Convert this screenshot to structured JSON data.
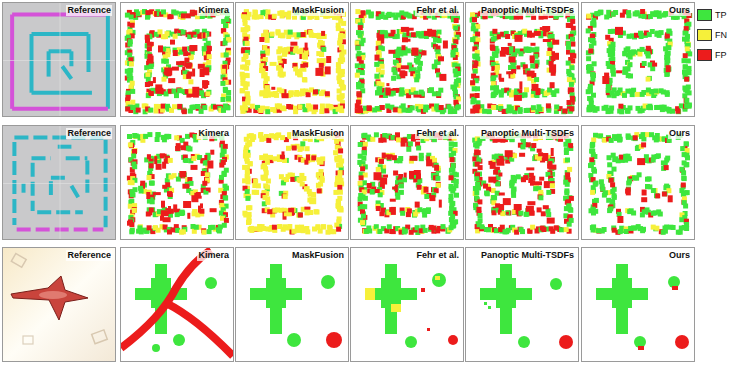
{
  "diagram": {
    "nodes": [
      {
        "text": [
          "Reference"
        ]
      },
      {
        "text": [
          "Kimera"
        ]
      },
      {
        "text": [
          "MaskFusion"
        ]
      },
      {
        "text": [
          "Fehr et al."
        ]
      },
      {
        "text": [
          "Panoptic Multi-TSDFs"
        ]
      },
      {
        "text": [
          "Ours"
        ]
      },
      {
        "text": [
          "Reference"
        ]
      },
      {
        "text": [
          "Kimera"
        ]
      },
      {
        "text": [
          "MaskFusion"
        ]
      },
      {
        "text": [
          "Fehr et al."
        ]
      },
      {
        "text": [
          "Panoptic Multi-TSDFs"
        ]
      },
      {
        "text": [
          "Ours"
        ]
      },
      {
        "text": [
          "Reference"
        ]
      },
      {
        "text": [
          "Kimera"
        ]
      },
      {
        "text": [
          "MaskFusion"
        ]
      },
      {
        "text": [
          "Fehr et al."
        ]
      },
      {
        "text": [
          "Panoptic Multi-TSDFs"
        ]
      },
      {
        "text": [
          "Ours"
        ]
      }
    ],
    "legend": [
      {
        "text": "TP",
        "color": "#3ee63e"
      },
      {
        "text": "FN",
        "color": "#f6f03a"
      },
      {
        "text": "FP",
        "color": "#ec1c1c"
      }
    ]
  }
}
